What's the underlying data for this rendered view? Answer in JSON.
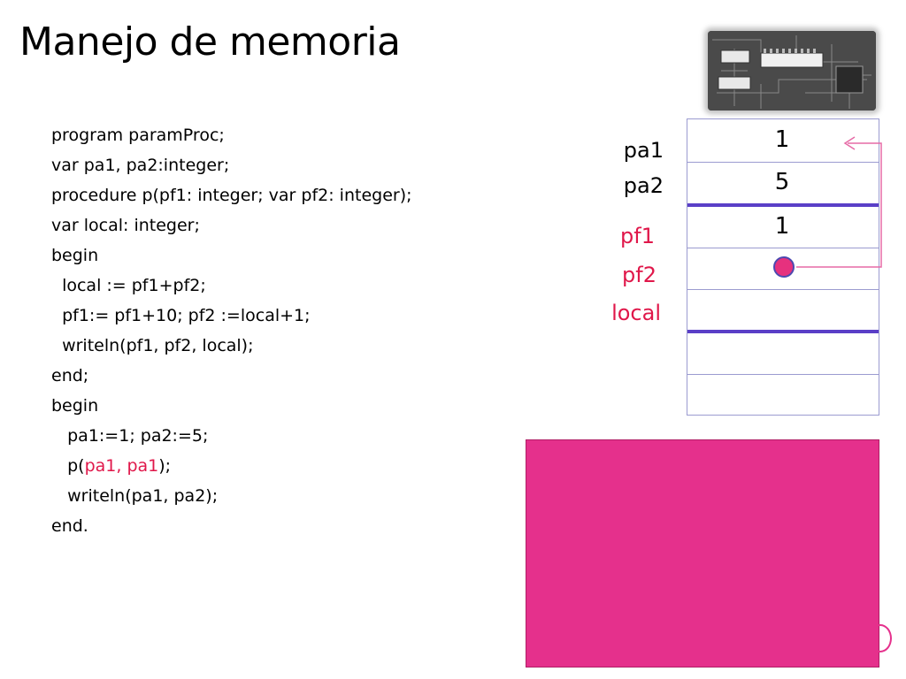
{
  "title": "Manejo de memoria",
  "code": {
    "lines": [
      "program paramProc;",
      "var pa1, pa2:integer;",
      "procedure p(pf1: integer; var pf2: integer);",
      "var local: integer;",
      "begin",
      "  local := pf1+pf2;",
      "  pf1:= pf1+10; pf2 :=local+1;",
      "  writeln(pf1, pf2, local);",
      "end;",
      "begin",
      "   pa1:=1; pa2:=5;",
      "   p(",
      "pa1, pa1",
      ");",
      "   writeln(pa1, pa2);",
      "end."
    ]
  },
  "memory": {
    "labels": [
      "pa1",
      "pa2",
      "pf1",
      "pf2",
      "local"
    ],
    "values": [
      "1",
      "5",
      "1"
    ]
  },
  "colors": {
    "accent_red": "#e0174a",
    "magenta": "#e5308c",
    "blue_separator": "#5a3fc7"
  },
  "icons": {
    "photo": "memory-chip-photo",
    "pointer": "pointer-dot-icon"
  }
}
